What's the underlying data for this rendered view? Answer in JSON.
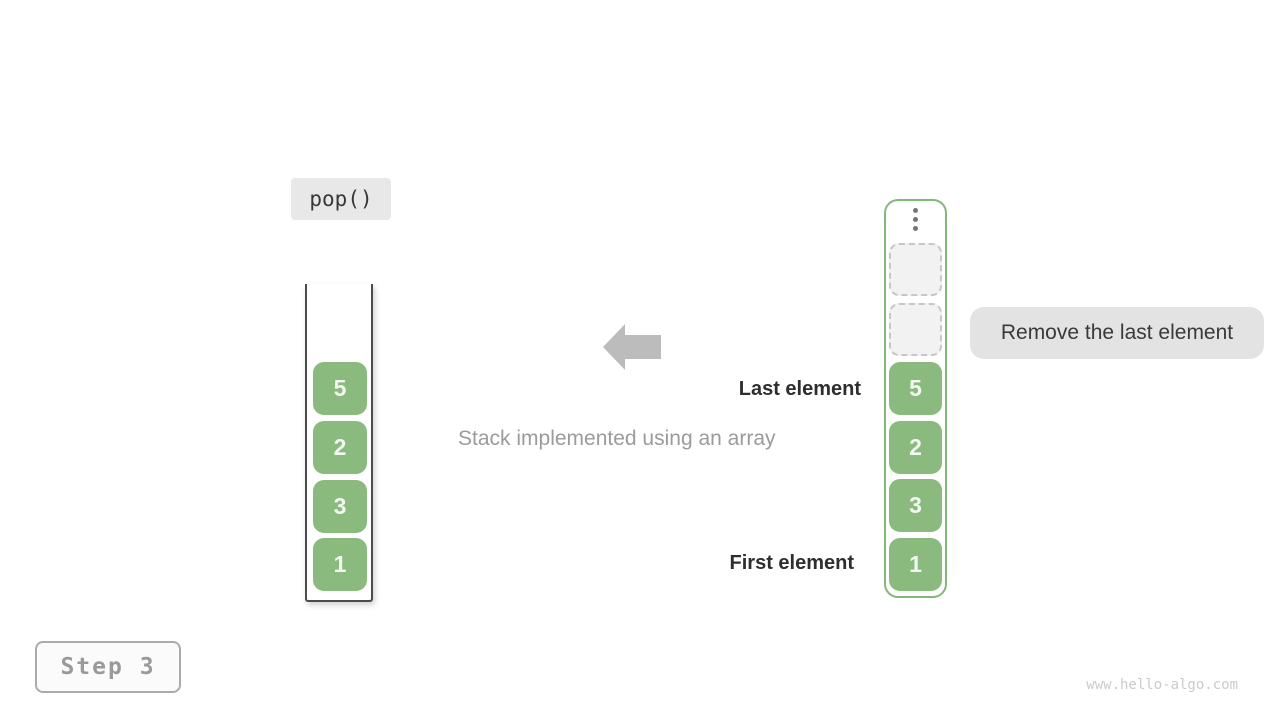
{
  "figure": {
    "operation": "pop()",
    "caption": "Stack implemented using an array",
    "step_label": "Step 3",
    "watermark": "www.hello-algo.com"
  },
  "stack": {
    "values_top_to_bottom": [
      "5",
      "2",
      "3",
      "1"
    ]
  },
  "array": {
    "empty_slots": 2,
    "values_top_to_bottom": [
      "5",
      "2",
      "3",
      "1"
    ]
  },
  "annotations": {
    "last_element": "Last element",
    "first_element": "First element",
    "action": "Remove the last element"
  },
  "icons": {
    "ellipsis": "vertical-dots",
    "arrow": "left-block-arrow"
  },
  "colors": {
    "cell_green": "#8aba7e",
    "array_border_green": "#84b878",
    "stack_border": "#4c4c4c",
    "label_bg": "#e3e3e3",
    "empty_slot_bg": "#f2f2f2",
    "empty_slot_border": "#c7c7c7",
    "arrow_gray": "#bcbcbc",
    "muted_text": "#9b9b9b",
    "dark_text": "#2e2e2e",
    "watermark_text": "#cbcbcb"
  }
}
